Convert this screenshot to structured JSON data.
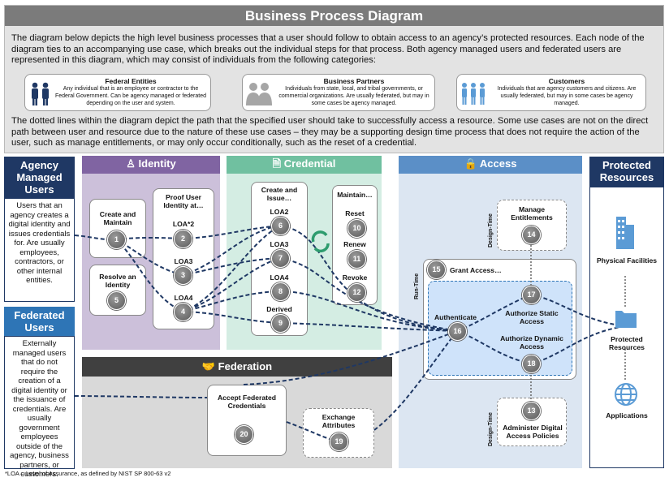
{
  "header": {
    "title": "Business Process Diagram",
    "intro": "The diagram below depicts the high level business processes that a user should follow to obtain access to an agency’s protected resources. Each node of the diagram ties to an accompanying use case, which breaks out the individual steps for that process. Both agency managed users and federated users are represented in this diagram, which may consist of individuals from the following categories:",
    "intro2": "The dotted lines within the diagram depict the path that the specified user should take to successfully access a resource. Some use cases are not on the direct path between user and resource due to the nature of these use cases – they may be a supporting design time process that does not require the action of the user, such as manage entitlements, or may only occur conditionally, such as the reset of a credential."
  },
  "categories": [
    {
      "title": "Federal Entities",
      "desc": "Any individual that is an employee or contractor to the Federal Government. Can be agency managed or federated depending on the user and system.",
      "icon": "federal-people-icon"
    },
    {
      "title": "Business Partners",
      "desc": "Individuals from state, local, and tribal governments, or commercial organizations. Are usually federated, but may in some cases be agency managed.",
      "icon": "partners-people-icon"
    },
    {
      "title": "Customers",
      "desc": "Individuals that are agency customers and citizens. Are usually federated, but may in some cases be agency managed.",
      "icon": "customers-people-icon"
    }
  ],
  "users": {
    "agency_title": "Agency Managed Users",
    "agency_desc": "Users that an agency creates a digital identity and issues credentials for. Are usually employees, contractors, or other internal entities.",
    "federated_title": "Federated Users",
    "federated_desc": "Externally managed users that do not require the creation of a digital identity or the issuance of credentials. Are usually government employees outside of the agency, business partners, or customers."
  },
  "lanes": {
    "identity": "Identity",
    "credential": "Credential",
    "access": "Access",
    "federation": "Federation",
    "protected": "Protected Resources"
  },
  "nodes": {
    "create_maintain": "Create and Maintain",
    "resolve": "Resolve an Identity",
    "proof": "Proof User Identity at…",
    "loa2star": "LOA*2",
    "loa3_id": "LOA3",
    "loa4_id": "LOA4",
    "create_issue": "Create and Issue…",
    "loa2_cred": "LOA2",
    "loa3_cred": "LOA3",
    "loa4_cred": "LOA4",
    "derived": "Derived",
    "maintain": "Maintain…",
    "reset": "Reset",
    "renew": "Renew",
    "revoke": "Revoke",
    "manage_ent": "Manage Entitlements",
    "grant": "Grant Access…",
    "authenticate": "Authenticate",
    "auth_static": "Authorize Static Access",
    "auth_dynamic": "Authorize Dynamic Access",
    "admin_policies": "Administer Digital Access Policies",
    "accept_fed": "Accept Federated Credentials",
    "exchange": "Exchange Attributes",
    "design_time_1": "Design-Time",
    "design_time_2": "Design-Time",
    "run_time": "Run-Time"
  },
  "numbers": {
    "n1": "1",
    "n2": "2",
    "n3": "3",
    "n4": "4",
    "n5": "5",
    "n6": "6",
    "n7": "7",
    "n8": "8",
    "n9": "9",
    "n10": "10",
    "n11": "11",
    "n12": "12",
    "n13": "13",
    "n14": "14",
    "n15": "15",
    "n16": "16",
    "n17": "17",
    "n18": "18",
    "n19": "19",
    "n20": "20"
  },
  "resources": {
    "physical": "Physical Facilities",
    "protected": "Protected Resources",
    "applications": "Applications"
  },
  "footnote": "*LOA – Level of Assurance, as defined by NIST SP 800-63 v2",
  "colors": {
    "identity": "#8064a2",
    "credential": "#70c0a0",
    "access": "#5b8fc7",
    "federation": "#404040",
    "navy": "#1f3864",
    "path": "#1f3864"
  }
}
